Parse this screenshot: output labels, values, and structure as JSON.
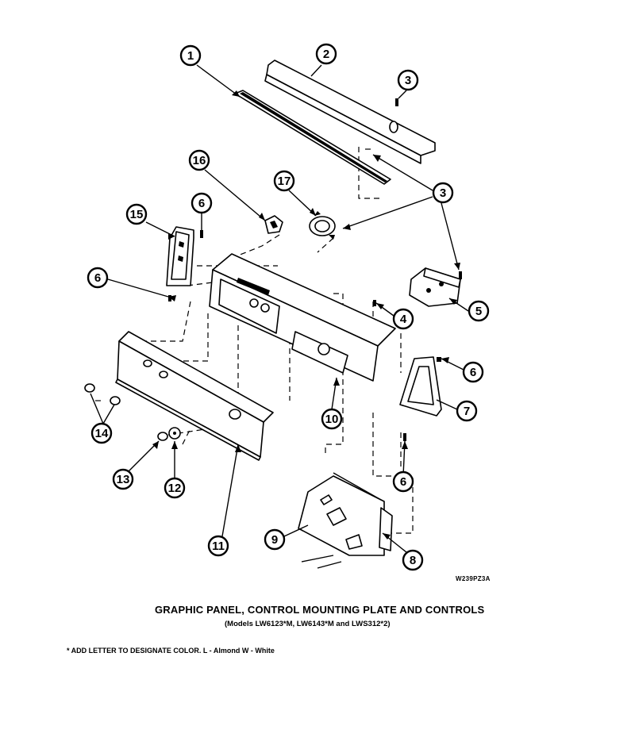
{
  "drawing_code": "W239PZ3A",
  "title": "GRAPHIC PANEL, CONTROL MOUNTING PLATE AND CONTROLS",
  "models_note": "(Models LW6123*M, LW6143*M and LWS312*2)",
  "color_note": "* ADD LETTER TO DESIGNATE COLOR. L - Almond W - White",
  "callouts": [
    {
      "id": "c1",
      "label": "1"
    },
    {
      "id": "c2",
      "label": "2"
    },
    {
      "id": "c3a",
      "label": "3"
    },
    {
      "id": "c3b",
      "label": "3"
    },
    {
      "id": "c16",
      "label": "16"
    },
    {
      "id": "c17",
      "label": "17"
    },
    {
      "id": "c15",
      "label": "15"
    },
    {
      "id": "c6a",
      "label": "6"
    },
    {
      "id": "c6b",
      "label": "6"
    },
    {
      "id": "c5",
      "label": "5"
    },
    {
      "id": "c4",
      "label": "4"
    },
    {
      "id": "c6c",
      "label": "6"
    },
    {
      "id": "c7",
      "label": "7"
    },
    {
      "id": "c10",
      "label": "10"
    },
    {
      "id": "c14",
      "label": "14"
    },
    {
      "id": "c6d",
      "label": "6"
    },
    {
      "id": "c13",
      "label": "13"
    },
    {
      "id": "c12",
      "label": "12"
    },
    {
      "id": "c9",
      "label": "9"
    },
    {
      "id": "c11",
      "label": "11"
    },
    {
      "id": "c8",
      "label": "8"
    }
  ]
}
